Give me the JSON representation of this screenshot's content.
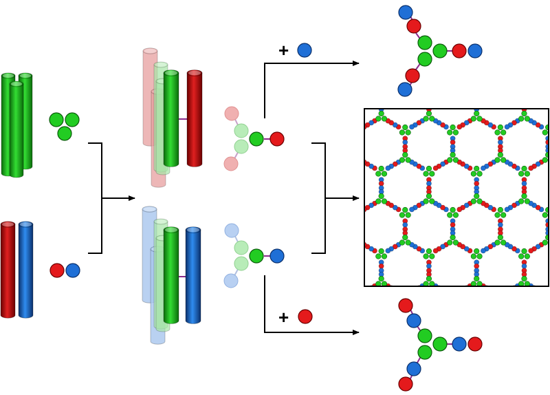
{
  "labels": {
    "plus_blue": "+",
    "plus_red": "+"
  },
  "colors": {
    "green": "#22cc22",
    "red": "#e41a1c",
    "blue": "#1f6fd6",
    "linker": "#8a2a8a",
    "ink": "#000000",
    "faded_red": "#e8a0a0",
    "faded_blue": "#a8c6ee",
    "faded_green": "#a8e6a8"
  },
  "icons": {
    "helix_bundle": "cylinder-bundle",
    "bead": "circle",
    "arrow": "arrow-right",
    "lattice": "hexagonal-network"
  }
}
